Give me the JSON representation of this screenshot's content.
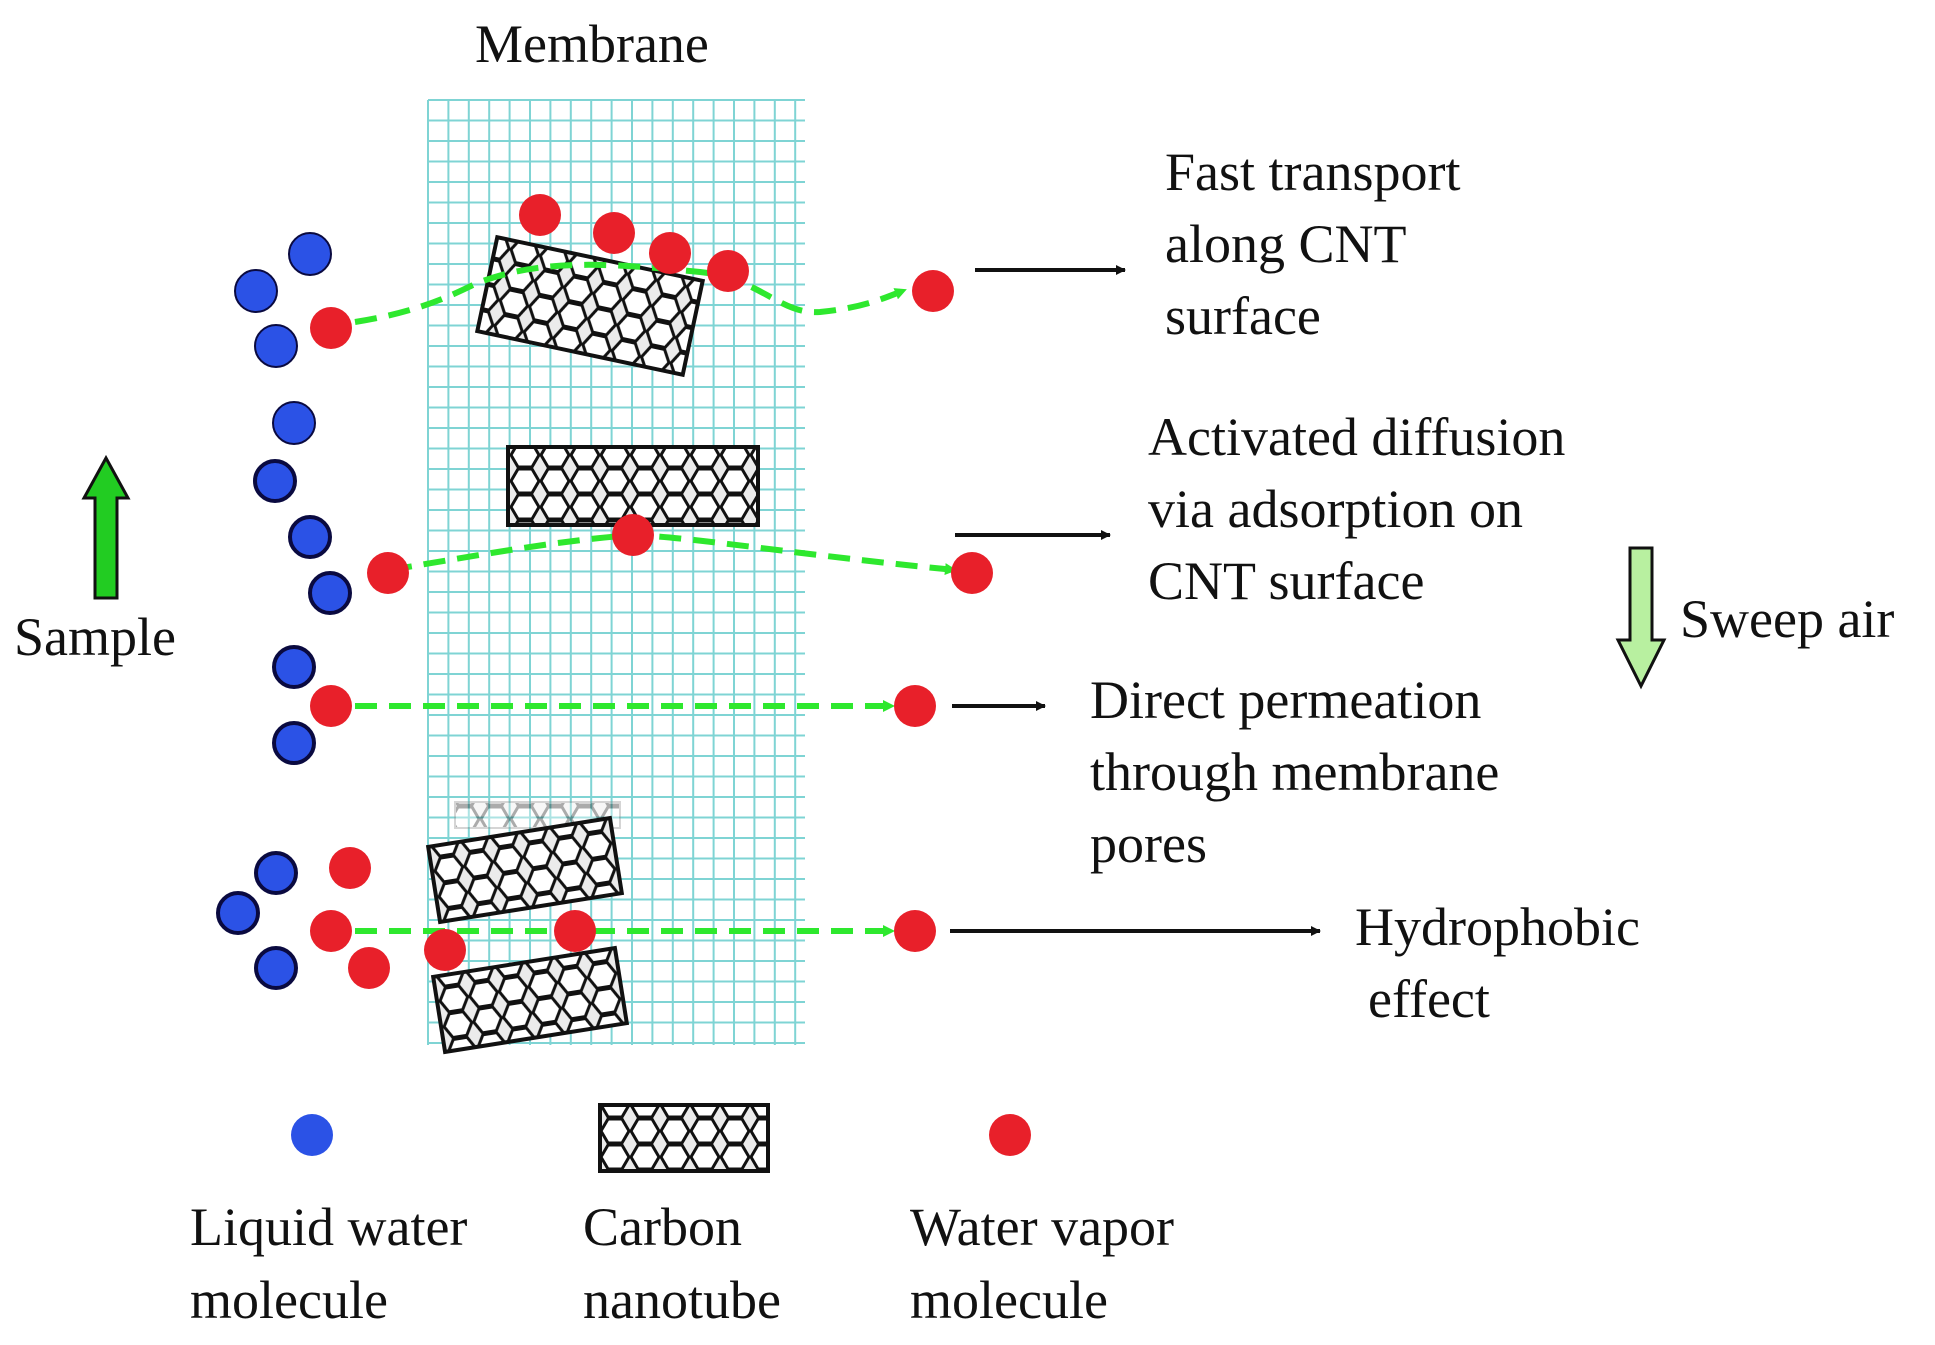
{
  "membrane_label": "Membrane",
  "sample_label": "Sample",
  "sweep_label": "Sweep air",
  "mechanisms": [
    {
      "id": "fast",
      "lines": [
        "Fast transport",
        "along CNT",
        "surface"
      ]
    },
    {
      "id": "activated",
      "lines": [
        "Activated diffusion",
        "via adsorption on",
        "CNT surface"
      ]
    },
    {
      "id": "direct",
      "lines": [
        "Direct permeation",
        "through membrane",
        "pores"
      ]
    },
    {
      "id": "hydrophobic",
      "lines": [
        "Hydrophobic",
        "effect"
      ]
    }
  ],
  "legend": [
    {
      "icon": "blue-dot-icon",
      "lines": [
        "Liquid water",
        "molecule"
      ]
    },
    {
      "icon": "nanotube-icon",
      "lines": [
        "Carbon",
        "nanotube"
      ]
    },
    {
      "icon": "red-dot-icon",
      "lines": [
        "Water vapor",
        "molecule"
      ]
    }
  ],
  "colors": {
    "liquid_water": "#2b52e6",
    "water_vapor": "#e8202a",
    "membrane_grid": "#7fd4d4",
    "path": "#2ee82e",
    "sample_arrow": "#22cc22",
    "sweep_arrow": "#b8f0a0",
    "outline": "#111111"
  }
}
